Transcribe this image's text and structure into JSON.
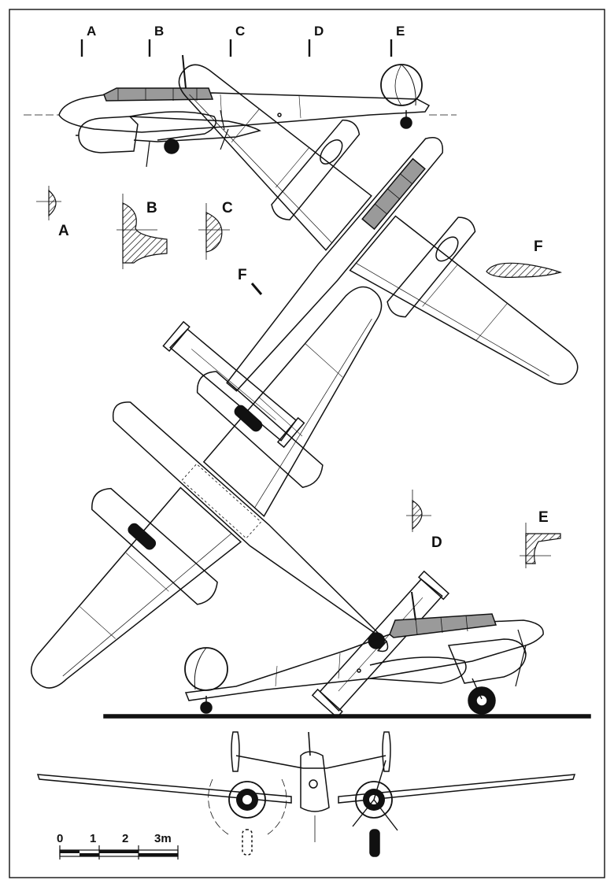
{
  "section_markers": [
    "A",
    "B",
    "C",
    "D",
    "E"
  ],
  "section_labels": {
    "a": "A",
    "b": "B",
    "c": "C",
    "d": "D",
    "e": "E",
    "f": "F",
    "f_cut": "F"
  },
  "scale_bar": {
    "ticks": [
      "0",
      "1",
      "2",
      "3m"
    ]
  },
  "colors": {
    "ink": "#111111",
    "canopy_fill": "#9a9a9a",
    "paper": "#ffffff"
  }
}
